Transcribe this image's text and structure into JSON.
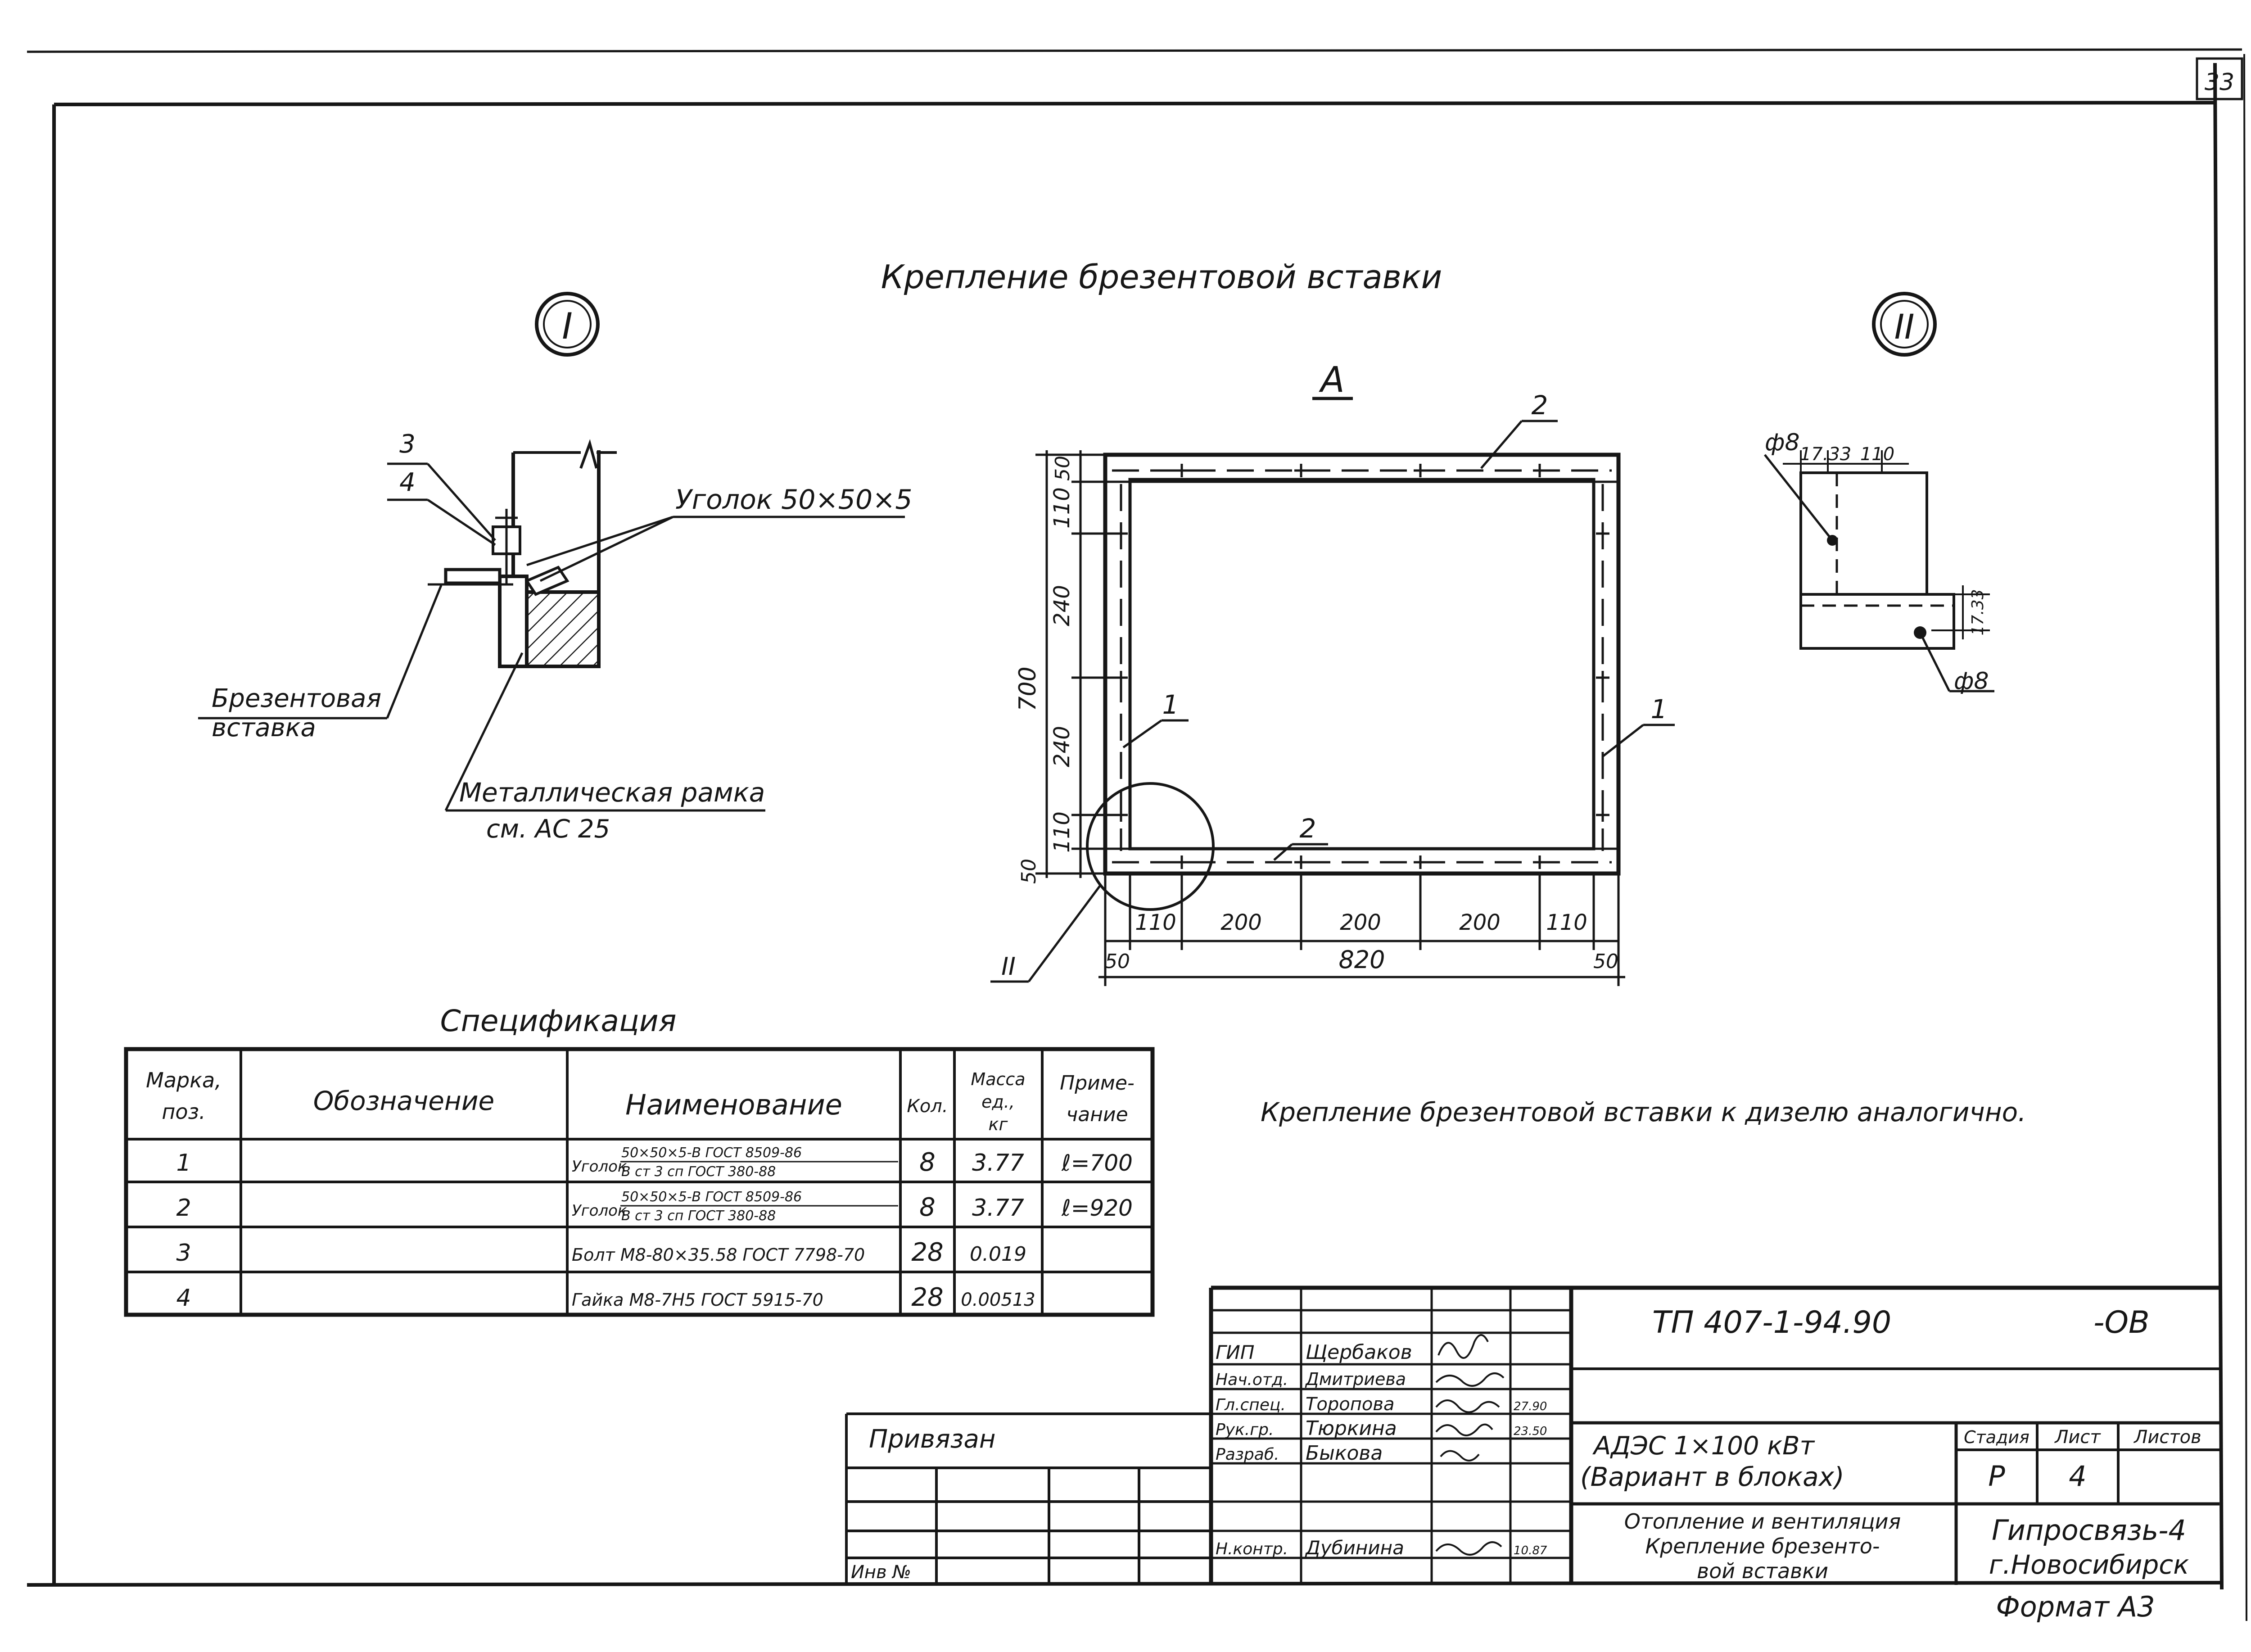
{
  "sheet_number": "33",
  "title": "Крепление брезентовой вставки",
  "view_I": {
    "marker": "I",
    "label_pos_top": "3",
    "label_pos_bottom": "4",
    "label_angle": "Уголок 50×50×5",
    "label_tarp": [
      "Брезентовая",
      "вставка"
    ],
    "label_frame": [
      "Металлическая рамка",
      "см. АС 25"
    ]
  },
  "view_A": {
    "letter": "А",
    "callout_top": "2",
    "callout_bottom": "2",
    "callout_left": "1",
    "callout_right": "1",
    "detail_ref": "II",
    "dims_left": [
      "50",
      "110",
      "240",
      "240",
      "110",
      "50"
    ],
    "dim_left_total": "700",
    "dims_bottom": [
      "110",
      "200",
      "200",
      "200",
      "110"
    ],
    "dim_bottom_ends": [
      "50",
      "50"
    ],
    "dim_bottom_total": "820"
  },
  "view_II": {
    "marker": "II",
    "hole_top": "ф8",
    "hole_bottom": "ф8",
    "dim_a": "17.33",
    "dim_b": "110",
    "dim_c": "17.33"
  },
  "spec": {
    "title": "Спецификация",
    "headers": [
      "Марка, поз.",
      "Обозначение",
      "Наименование",
      "Кол.",
      "Масса ед., кг",
      "Приме- чание"
    ],
    "rows": [
      {
        "pos": "1",
        "designation": "",
        "name_prefix": "Уголок",
        "name_top": "50×50×5-В ГОСТ 8509-86",
        "name_bottom": "В ст 3 сп ГОСТ 380-88",
        "qty": "8",
        "mass": "3.77",
        "note": "ℓ=700"
      },
      {
        "pos": "2",
        "designation": "",
        "name_prefix": "Уголок",
        "name_top": "50×50×5-В ГОСТ 8509-86",
        "name_bottom": "В ст 3 сп ГОСТ 380-88",
        "qty": "8",
        "mass": "3.77",
        "note": "ℓ=920"
      },
      {
        "pos": "3",
        "designation": "",
        "name": "Болт М8-80×35.58 ГОСТ 7798-70",
        "qty": "28",
        "mass": "0.019",
        "note": ""
      },
      {
        "pos": "4",
        "designation": "",
        "name": "Гайка М8-7Н5 ГОСТ 5915-70",
        "qty": "28",
        "mass": "0.00513",
        "note": ""
      }
    ]
  },
  "note_right": "Крепление брезентовой вставки к дизелю аналогично.",
  "stamp": {
    "code": "ТП 407-1-94.90",
    "suffix": "-ОВ",
    "roles": [
      "ГИП",
      "Нач.отд.",
      "Гл.спец.",
      "Рук.гр.",
      "Разраб.",
      "Н.контр."
    ],
    "names": [
      "Щербаков",
      "Дмитриева",
      "Торопова",
      "Тюркина",
      "Быкова",
      "Дубинина"
    ],
    "dates": [
      "",
      "",
      "27.90",
      "23.50",
      "",
      "10.87"
    ],
    "object_line1": "АДЭС  1×100 кВт",
    "object_line2": "(Вариант в блоках)",
    "sheet_title": [
      "Отопление и вентиляция",
      "Крепление брезенто-",
      "вой вставки"
    ],
    "stage_header": "Стадия",
    "sheet_header": "Лист",
    "sheets_header": "Листов",
    "stage": "Р",
    "sheet": "4",
    "sheets": "",
    "org_line1": "Гипросвязь-4",
    "org_line2": "г.Новосибирск",
    "format": "Формат А3",
    "privyazan": "Привязан",
    "inv_label": "Инв №"
  }
}
